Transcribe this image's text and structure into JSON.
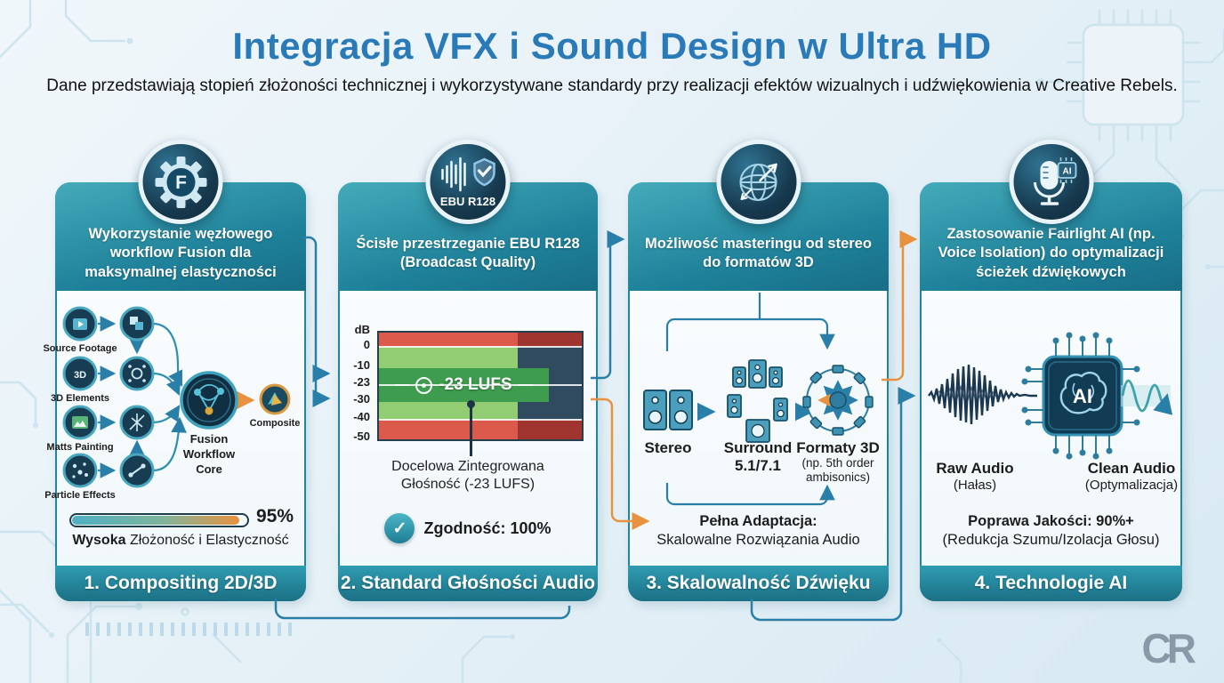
{
  "header": {
    "title": "Integracja VFX i Sound Design w Ultra HD",
    "subtitle": "Dane przedstawiają stopień złożoności technicznej i wykorzystywane standardy przy realizacji efektów wizualnych i udźwiękowienia w Creative Rebels."
  },
  "logo": {
    "text": "CR"
  },
  "colors": {
    "title_blue": "#2b7ab8",
    "teal_header": "#1e8099",
    "connector_blue": "#2a7fa8",
    "connector_orange": "#e8923f",
    "meter_red": "#dc5a4b",
    "meter_dark_red": "#a0342e",
    "meter_light_green": "#92cc73",
    "meter_dark_green": "#3d9c4e",
    "meter_navy": "#304a60"
  },
  "panels": [
    {
      "icon": "fusion-gear-icon",
      "icon_letter": "F",
      "header": "Wykorzystanie węzłowego workflow Fusion dla maksymalnej elastyczności",
      "nodes": {
        "sources": [
          "Source Footage",
          "3D Elements",
          "Matts Painting",
          "Particle Effects"
        ],
        "icon_3d": "3D",
        "core": "Fusion Workflow Core",
        "output": "Composite"
      },
      "metric": {
        "percent": "95%",
        "bold": "Wysoka",
        "rest": " Złożoność i Elastyczność"
      },
      "footer": "1. Compositing 2D/3D"
    },
    {
      "icon": "ebu-shield-icon",
      "icon_label": "EBU R128",
      "header": "Ścisłe przestrzeganie EBU R128 (Broadcast Quality)",
      "axis": {
        "unit": "dB",
        "ticks": [
          "0",
          "-10",
          "-23",
          "-30",
          "-40",
          "-50"
        ]
      },
      "target": "-23 LUFS",
      "callout": "Docelowa Zintegrowana Głośność (-23 LUFS)",
      "compliance": "Zgodność: 100%",
      "footer": "2. Standard Głośności Audio"
    },
    {
      "icon": "globe-arrows-icon",
      "header": "Możliwość masteringu od stereo do formatów 3D",
      "stages": [
        {
          "label": "Stereo",
          "sub": ""
        },
        {
          "label": "Surround",
          "sub": "5.1/7.1"
        },
        {
          "label": "Formaty 3D",
          "sub": "(np. 5th order ambisonics)"
        }
      ],
      "result_bold": "Pełna Adaptacja:",
      "result_rest": "Skalowalne Rozwiązania Audio",
      "footer": "3. Skalowalność Dźwięku"
    },
    {
      "icon": "microphone-ai-icon",
      "header": "Zastosowanie Fairlight AI (np. Voice Isolation) do optymalizacji ścieżek dźwiękowych",
      "chip_label": "AI",
      "io": [
        {
          "label": "Raw Audio",
          "sub": "(Hałas)"
        },
        {
          "label": "Clean Audio",
          "sub": "(Optymalizacja)"
        }
      ],
      "result_bold": "Poprawa Jakości: 90%+",
      "result_rest": "(Redukcja Szumu/Izolacja Głosu)",
      "footer": "4. Technologie AI"
    }
  ],
  "chart_data": {
    "type": "meter",
    "title": "EBU R128 loudness meter",
    "unit": "dB",
    "yticks": [
      0,
      -10,
      -23,
      -30,
      -40,
      -50
    ],
    "target_value": -23,
    "target_label": "-23 LUFS",
    "zones": [
      {
        "from": "above",
        "to": 0,
        "zone": "red (too loud)"
      },
      {
        "from": 0,
        "to": -10,
        "zone": "light green"
      },
      {
        "from": -10,
        "to": -30,
        "zone": "dark green target band"
      },
      {
        "from": -30,
        "to": -40,
        "zone": "light green"
      },
      {
        "from": -40,
        "to": -50,
        "zone": "red (too quiet)"
      }
    ],
    "compliance_percent": 100,
    "complexity_percent": 95,
    "quality_improvement": "90%+"
  }
}
